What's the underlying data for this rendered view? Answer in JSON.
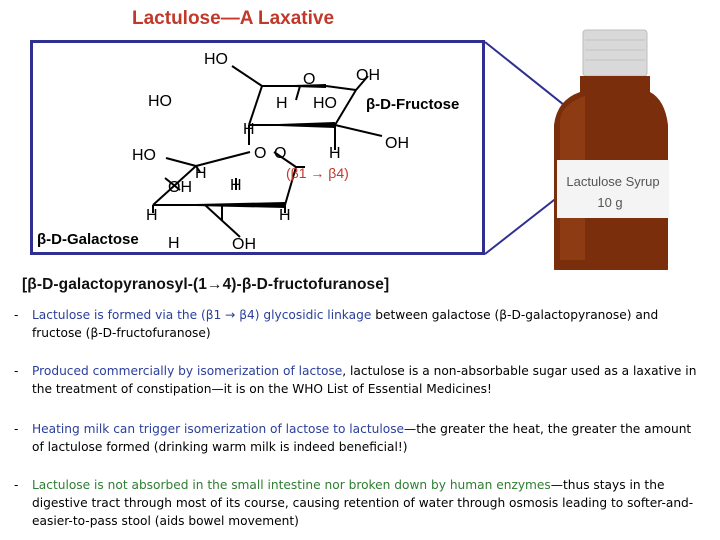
{
  "title": "Lactulose—A Laxative",
  "structure": {
    "fructose_label": "β-D-Fructose",
    "galactose_label": "β-D-Galactose",
    "linkage_label": "(β1 → β4)",
    "atoms": {
      "HO": "HO",
      "OH": "OH",
      "H": "H",
      "O": "O"
    }
  },
  "bottle": {
    "label_line1": "Lactulose Syrup",
    "label_line2": "10 g"
  },
  "iupac_name": "[β-D-galactopyranosyl-(1→4)-β-D-fructofuranose]",
  "bullets": {
    "b1": {
      "p1": "Lactulose is formed via the (β1 → β4) glycosidic linkage",
      "p2": " between galactose (β-D-galactopyranose) and fructose (β-D-fructofuranose)"
    },
    "b2": {
      "p1": "Produced commercially by isomerization of lactose",
      "p2": ", lactulose is a non-absorbable sugar used as a laxative in the treatment of constipation—it is on the WHO List of Essential Medicines!"
    },
    "b3": {
      "p1": "Heating milk can trigger isomerization of lactose to lactulose",
      "p2": "—the greater the heat, the greater the amount of lactulose formed (drinking warm milk is indeed beneficial!)"
    },
    "b4": {
      "p1": "Lactulose is not absorbed in the small intestine nor broken down by human enzymes",
      "p2": "—thus stays in the digestive tract through most of its course, causing retention of water through osmosis leading to softer-and-easier-to-pass stool (aids bowel movement)"
    }
  }
}
